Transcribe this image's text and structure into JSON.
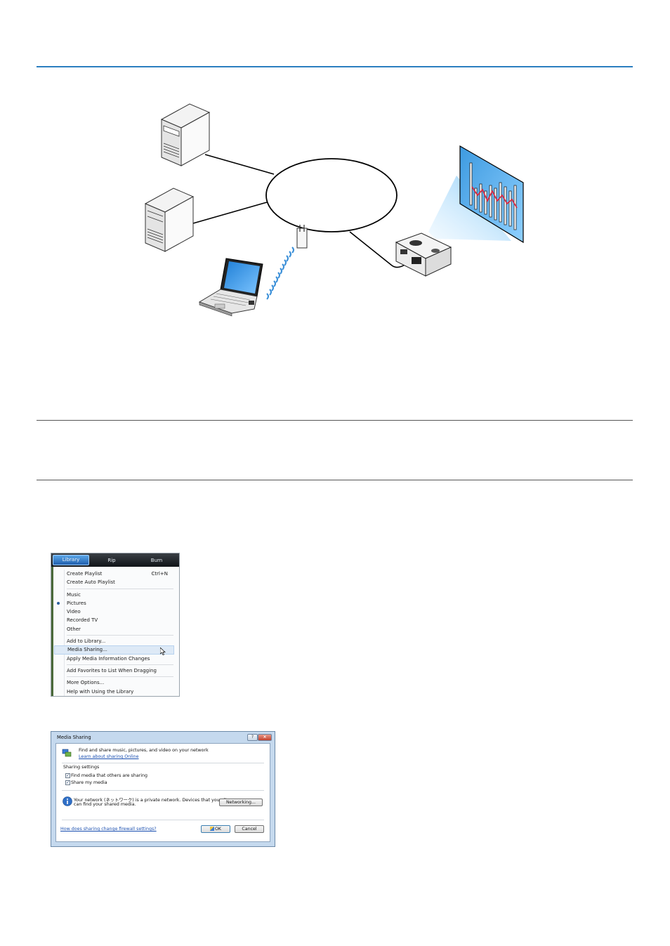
{
  "wmp": {
    "tabs": [
      "Library",
      "Rip",
      "Burn"
    ],
    "menu": {
      "create_playlist": "Create Playlist",
      "create_playlist_shortcut": "Ctrl+N",
      "create_auto_playlist": "Create Auto Playlist",
      "music": "Music",
      "pictures": "Pictures",
      "video": "Video",
      "recorded_tv": "Recorded TV",
      "other": "Other",
      "add_to_library": "Add to Library...",
      "media_sharing": "Media Sharing...",
      "apply_media_info": "Apply Media Information Changes",
      "add_favorites": "Add Favorites to List When Dragging",
      "more_options": "More Options...",
      "help_library": "Help with Using the Library"
    }
  },
  "dialog": {
    "title": "Media Sharing",
    "help_btn": "?",
    "close_btn": "×",
    "intro": "Find and share music, pictures, and video on your network",
    "learn_link": "Learn about sharing Online",
    "settings_heading": "Sharing settings",
    "find_media": "Find media that others are sharing",
    "share_media": "Share my media",
    "network_line1": "Your network (ネットワーク) is a private network. Devices that you allow",
    "network_line2": "can find your shared media.",
    "networking_button": "Networking...",
    "firewall_link": "How does sharing change firewall settings?",
    "ok": "OK",
    "cancel": "Cancel"
  },
  "colors": {
    "accent_rule": "#2b7fc0",
    "wireless": "#3a8fd8",
    "screen": "#4aa3e6"
  }
}
